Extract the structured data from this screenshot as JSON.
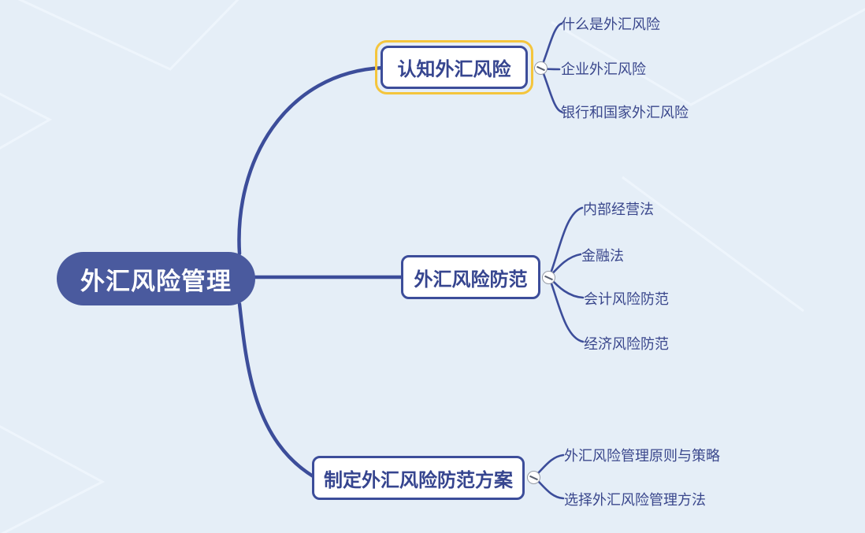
{
  "colors": {
    "background": "#e5eef7",
    "pattern_line": "#eef5fc",
    "connector_line": "#3c4d9a",
    "root_fill": "#4a5a9e",
    "root_text": "#ffffff",
    "branch_border": "#3c4d9a",
    "branch_text": "#36458f",
    "leaf_text": "#3a478c",
    "selection_highlight": "#f4c53d"
  },
  "mindmap": {
    "root": {
      "label": "外汇风险管理"
    },
    "branches": [
      {
        "label": "认知外汇风险",
        "selected": true,
        "children": [
          {
            "label": "什么是外汇风险"
          },
          {
            "label": "企业外汇风险"
          },
          {
            "label": "银行和国家外汇风险"
          }
        ]
      },
      {
        "label": "外汇风险防范",
        "selected": false,
        "children": [
          {
            "label": "内部经营法"
          },
          {
            "label": "金融法"
          },
          {
            "label": "会计风险防范"
          },
          {
            "label": "经济风险防范"
          }
        ]
      },
      {
        "label": "制定外汇风险防范方案",
        "selected": false,
        "children": [
          {
            "label": "外汇风险管理原则与策略"
          },
          {
            "label": "选择外汇风险管理方法"
          }
        ]
      }
    ]
  }
}
